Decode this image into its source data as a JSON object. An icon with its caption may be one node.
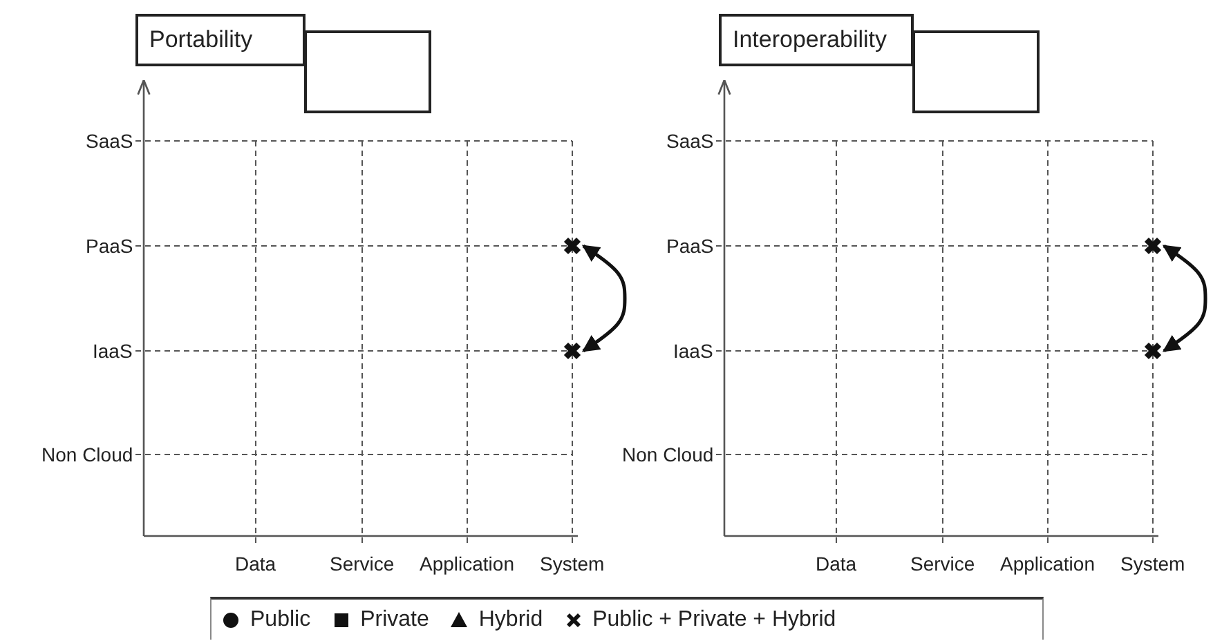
{
  "diagram": {
    "nodes": [
      {
        "text": [
          "Portability"
        ]
      },
      {
        "text": [],
        "shape": "box"
      },
      {
        "text": [],
        "shape": "cross"
      },
      {
        "text": [],
        "shape": "cross"
      },
      {
        "text": [
          "Interoperability"
        ]
      },
      {
        "text": [],
        "shape": "box"
      },
      {
        "text": [],
        "shape": "cross"
      },
      {
        "text": [],
        "shape": "cross"
      }
    ],
    "edges": [
      {
        "from": 2,
        "to": 3,
        "arrow": "both"
      },
      {
        "from": 6,
        "to": 7,
        "arrow": "both"
      }
    ],
    "labels": [
      "SaaS",
      "PaaS",
      "IaaS",
      "Non Cloud",
      "Data",
      "Service",
      "Application",
      "System",
      "SaaS",
      "PaaS",
      "IaaS",
      "Non Cloud",
      "Data",
      "Service",
      "Application",
      "System"
    ],
    "legend": [
      {
        "text": "Public"
      },
      {
        "text": "Private"
      },
      {
        "text": "Hybrid"
      },
      {
        "text": "Public + Private + Hybrid"
      }
    ]
  }
}
